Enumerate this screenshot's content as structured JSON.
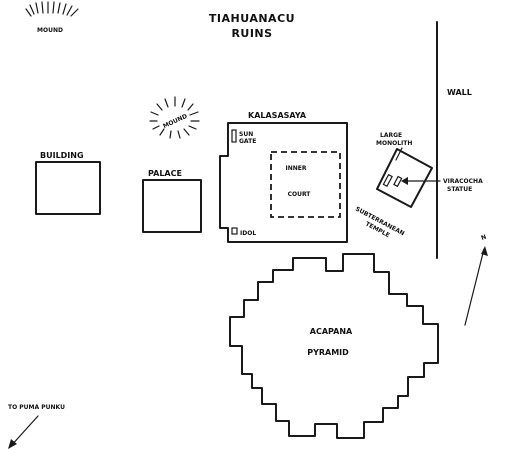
{
  "title": {
    "line1": "TIAHUANACU",
    "line2": "RUINS"
  },
  "labels": {
    "mound_top": "MOUND",
    "mound_center": "MOUND",
    "building": "BUILDING",
    "palace": "PALACE",
    "kalasasaya": "KALASASAYA",
    "sun_gate_1": "SUN",
    "sun_gate_2": "GATE",
    "inner_court_1": "INNER",
    "inner_court_2": "COURT",
    "idol": "IDOL",
    "large_monolith_1": "LARGE",
    "large_monolith_2": "MONOLITH",
    "wall": "WALL",
    "viracocha_1": "VIRACOCHA",
    "viracocha_2": "STATUE",
    "subterranean_1": "SUBTERRANEAN",
    "subterranean_2": "TEMPLE",
    "north": "N",
    "acapana_1": "ACAPANA",
    "acapana_2": "PYRAMID",
    "to_puma_punku": "TO PUMA PUNKU"
  },
  "icons": {
    "mound": "mound-icon",
    "north_arrow": "north-arrow-icon",
    "direction_arrow": "direction-arrow-icon"
  },
  "colors": {
    "ink": "#1a1a1a",
    "paper": "#ffffff"
  }
}
